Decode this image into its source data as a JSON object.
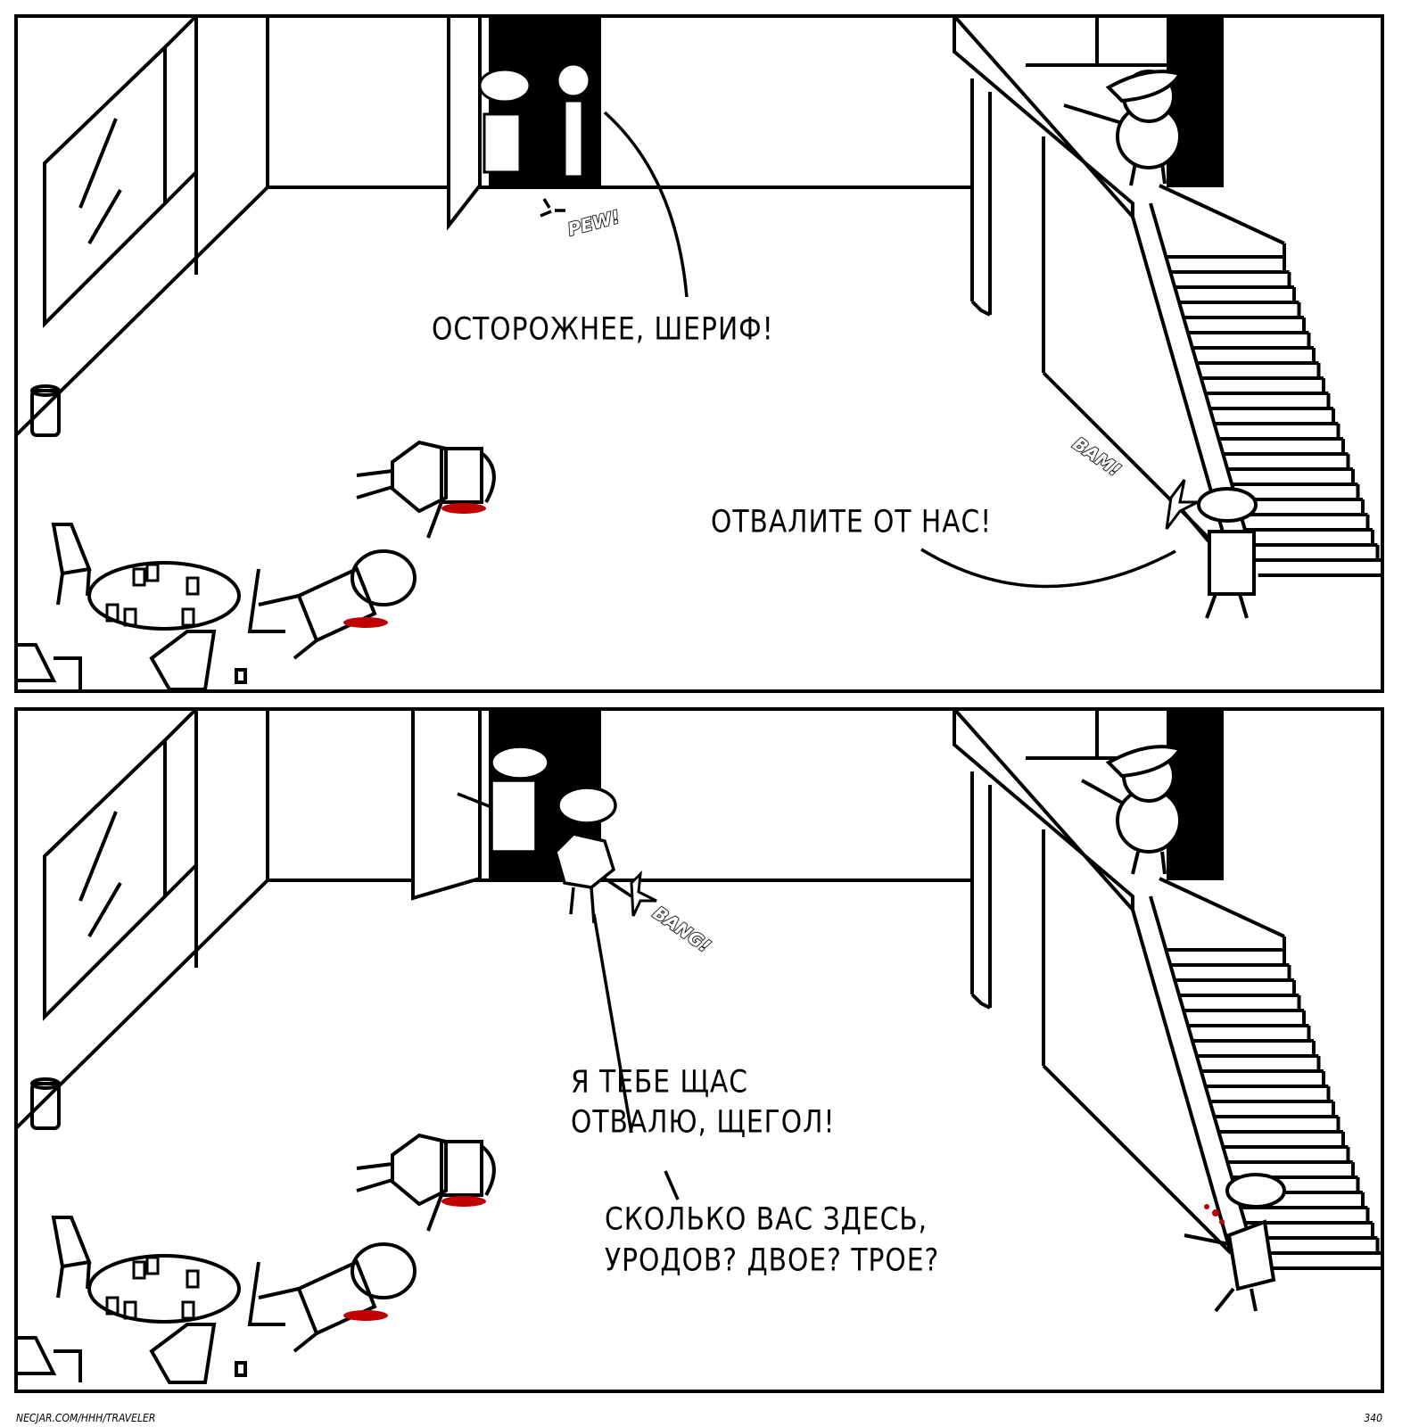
{
  "panels": [
    {
      "dialogue": [
        "ОСТОРОЖНЕЕ, ШЕРИФ!",
        "ОТВАЛИТЕ ОТ НАС!"
      ],
      "sfx": [
        "PEW!",
        "BAM!"
      ]
    },
    {
      "dialogue": [
        "Я ТЕБЕ ЩАС",
        "ОТВАЛЮ, ЩЕГОЛ!",
        "СКОЛЬКО ВАС ЗДЕСЬ,",
        "УРОДОВ? ДВОЕ? ТРОЕ?"
      ],
      "sfx": [
        "BANG!"
      ]
    }
  ],
  "footer": {
    "url": "NECJAR.COM/HHH/TRAVELER",
    "page": "340"
  },
  "colors": {
    "ink": "#000000",
    "blood": "#c00000"
  }
}
